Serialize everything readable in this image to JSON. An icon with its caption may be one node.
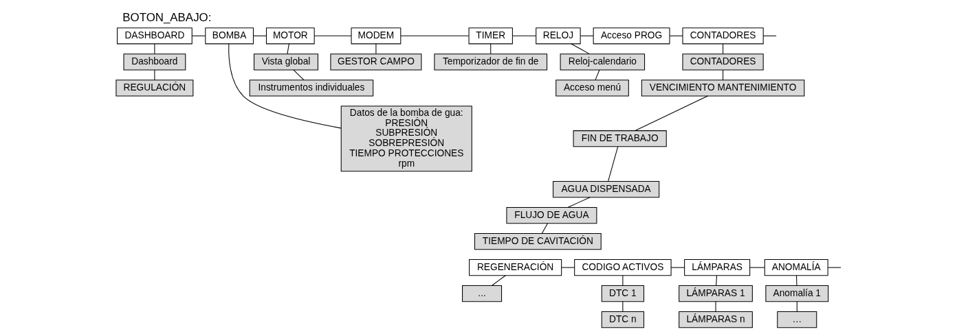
{
  "diagram": {
    "title": "BOTON_ABAJO:",
    "nodes": [
      {
        "text": [
          "DASHBOARD"
        ]
      },
      {
        "text": [
          "Dashboard"
        ]
      },
      {
        "text": [
          "REGULACIÓN"
        ]
      },
      {
        "text": [
          "BOMBA"
        ]
      },
      {
        "text": [
          "Datos de la bomba de gua:",
          "PRESIÓN",
          "SUBPRESIÓN",
          "SOBREPRESIÓN",
          "TIEMPO PROTECCIONES",
          "rpm"
        ]
      },
      {
        "text": [
          "MOTOR"
        ]
      },
      {
        "text": [
          "Vista global"
        ]
      },
      {
        "text": [
          "Instrumentos individuales"
        ]
      },
      {
        "text": [
          "MODEM"
        ]
      },
      {
        "text": [
          "GESTOR CAMPO"
        ]
      },
      {
        "text": [
          "TIMER"
        ]
      },
      {
        "text": [
          "Temporizador de fin de"
        ]
      },
      {
        "text": [
          "RELOJ"
        ]
      },
      {
        "text": [
          "Reloj-calendario"
        ]
      },
      {
        "text": [
          "Acceso menú"
        ]
      },
      {
        "text": [
          "Acceso PROG"
        ]
      },
      {
        "text": [
          "CONTADORES"
        ]
      },
      {
        "text": [
          "CONTADORES"
        ]
      },
      {
        "text": [
          "VENCIMIENTO MANTENIMIENTO"
        ]
      },
      {
        "text": [
          "FIN DE TRABAJO"
        ]
      },
      {
        "text": [
          "AGUA DISPENSADA"
        ]
      },
      {
        "text": [
          "FLUJO DE AGUA"
        ]
      },
      {
        "text": [
          "TIEMPO DE CAVITACIÓN"
        ]
      },
      {
        "text": [
          "REGENERACIÓN"
        ]
      },
      {
        "text": [
          "..."
        ]
      },
      {
        "text": [
          "CODIGO ACTIVOS"
        ]
      },
      {
        "text": [
          "DTC 1"
        ]
      },
      {
        "text": [
          "DTC n"
        ]
      },
      {
        "text": [
          "LÁMPARAS"
        ]
      },
      {
        "text": [
          "LÁMPARAS 1"
        ]
      },
      {
        "text": [
          "LÁMPARAS n"
        ]
      },
      {
        "text": [
          "ANOMALÍA"
        ]
      },
      {
        "text": [
          "Anomalía 1"
        ]
      },
      {
        "text": [
          "…"
        ]
      }
    ],
    "edges": [
      {
        "from": 0,
        "to": 3,
        "arrow": "none"
      },
      {
        "from": 3,
        "to": 5,
        "arrow": "none"
      },
      {
        "from": 5,
        "to": 8,
        "arrow": "none"
      },
      {
        "from": 8,
        "to": 10,
        "arrow": "none"
      },
      {
        "from": 10,
        "to": 12,
        "arrow": "none"
      },
      {
        "from": 12,
        "to": 15,
        "arrow": "none"
      },
      {
        "from": 15,
        "to": 16,
        "arrow": "none"
      },
      {
        "from": 16,
        "to": null,
        "arrow": "none"
      },
      {
        "from": 0,
        "to": 1,
        "arrow": "none"
      },
      {
        "from": 1,
        "to": 2,
        "arrow": "none"
      },
      {
        "from": 3,
        "to": 4,
        "arrow": "none"
      },
      {
        "from": 5,
        "to": 6,
        "arrow": "none"
      },
      {
        "from": 6,
        "to": 7,
        "arrow": "none"
      },
      {
        "from": 8,
        "to": 9,
        "arrow": "none"
      },
      {
        "from": 10,
        "to": 11,
        "arrow": "none"
      },
      {
        "from": 12,
        "to": 13,
        "arrow": "none"
      },
      {
        "from": 13,
        "to": 14,
        "arrow": "none"
      },
      {
        "from": 16,
        "to": 17,
        "arrow": "none"
      },
      {
        "from": 17,
        "to": 18,
        "arrow": "none"
      },
      {
        "from": 18,
        "to": 19,
        "arrow": "none"
      },
      {
        "from": 19,
        "to": 20,
        "arrow": "none"
      },
      {
        "from": 20,
        "to": 21,
        "arrow": "none"
      },
      {
        "from": 21,
        "to": 22,
        "arrow": "none"
      },
      {
        "from": 23,
        "to": 25,
        "arrow": "none"
      },
      {
        "from": 25,
        "to": 28,
        "arrow": "none"
      },
      {
        "from": 28,
        "to": 31,
        "arrow": "none"
      },
      {
        "from": 31,
        "to": null,
        "arrow": "none"
      },
      {
        "from": 23,
        "to": 24,
        "arrow": "none"
      },
      {
        "from": 25,
        "to": 26,
        "arrow": "none"
      },
      {
        "from": 26,
        "to": 27,
        "arrow": "none"
      },
      {
        "from": 28,
        "to": 29,
        "arrow": "none"
      },
      {
        "from": 29,
        "to": 30,
        "arrow": "none"
      },
      {
        "from": 31,
        "to": 32,
        "arrow": "none"
      },
      {
        "from": 32,
        "to": 33,
        "arrow": "none"
      }
    ]
  }
}
